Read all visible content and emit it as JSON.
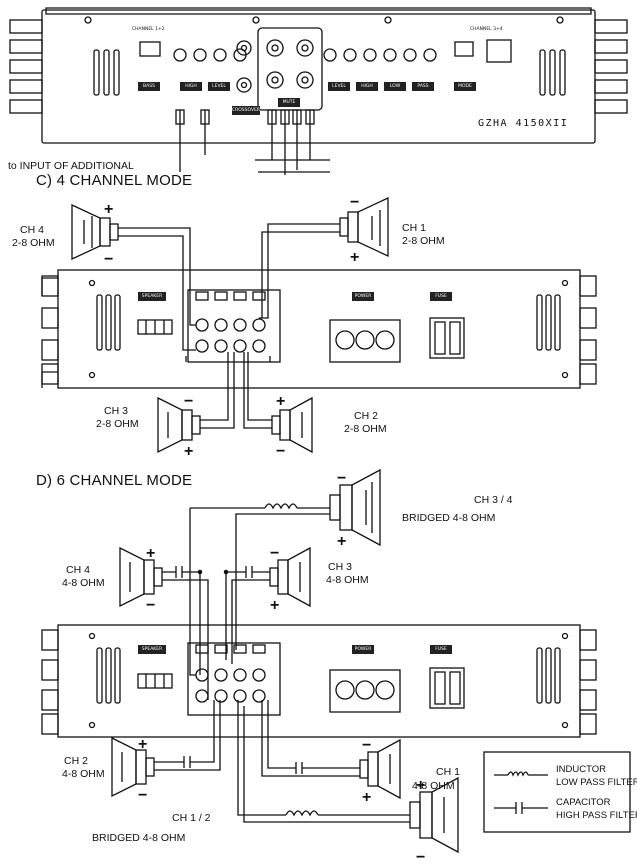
{
  "amp_top": {
    "channel_left": "CHANNEL 1+2",
    "channel_right": "CHANNEL 3+4",
    "model": "GZHA 4150XII",
    "controls_left": [
      "BASS",
      "HIGH",
      "LEVEL",
      "CROSSOVER",
      "MUTE"
    ],
    "controls_right": [
      "LEVEL",
      "HIGH",
      "LOW",
      "PASS",
      "MODE"
    ],
    "extra_note": "to INPUT OF ADDITIONAL"
  },
  "section_c": {
    "title": "C) 4 CHANNEL MODE",
    "speakers": [
      {
        "id": "ch4",
        "name": "CH 4",
        "ohm": "2-8 OHM"
      },
      {
        "id": "ch1",
        "name": "CH 1",
        "ohm": "2-8 OHM"
      },
      {
        "id": "ch3",
        "name": "CH 3",
        "ohm": "2-8 OHM"
      },
      {
        "id": "ch2",
        "name": "CH 2",
        "ohm": "2-8 OHM"
      }
    ]
  },
  "section_d": {
    "title": "D)  6 CHANNEL MODE",
    "speakers": [
      {
        "id": "ch34",
        "name": "CH 3 / 4",
        "ohm": "BRIDGED 4-8 OHM"
      },
      {
        "id": "ch4",
        "name": "CH 4",
        "ohm": "4-8 OHM"
      },
      {
        "id": "ch3",
        "name": "CH 3",
        "ohm": "4-8 OHM"
      },
      {
        "id": "ch2",
        "name": "CH 2",
        "ohm": "4-8 OHM"
      },
      {
        "id": "ch1",
        "name": "CH 1",
        "ohm": "4-8 OHM"
      },
      {
        "id": "ch12",
        "name": "CH 1 / 2",
        "ohm": "BRIDGED 4-8 OHM"
      }
    ]
  },
  "legend": {
    "inductor_line1": "INDUCTOR",
    "inductor_line2": "LOW PASS FILTER",
    "capacitor_line1": "CAPACITOR",
    "capacitor_line2": "HIGH PASS FILTER"
  },
  "panel_labels": {
    "speaker": "SPEAKER",
    "power": "POWER",
    "fuse": "FUSE"
  },
  "polarity": {
    "plus": "+",
    "minus": "−"
  }
}
